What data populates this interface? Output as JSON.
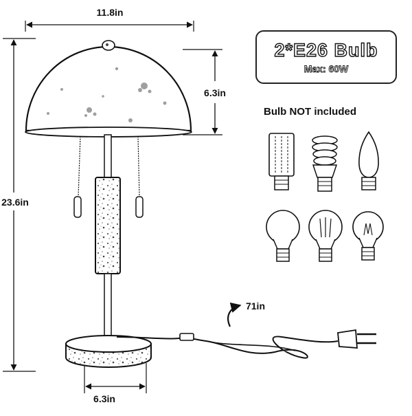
{
  "dimensions": {
    "width": "11.8in",
    "shade_height": "6.3in",
    "total_height": "23.6in",
    "base_width": "6.3in",
    "cord_length": "71in"
  },
  "bulb_spec": {
    "title": "2*E26 Bulb",
    "max": "Max: 60W",
    "note": "Bulb NOT included"
  }
}
